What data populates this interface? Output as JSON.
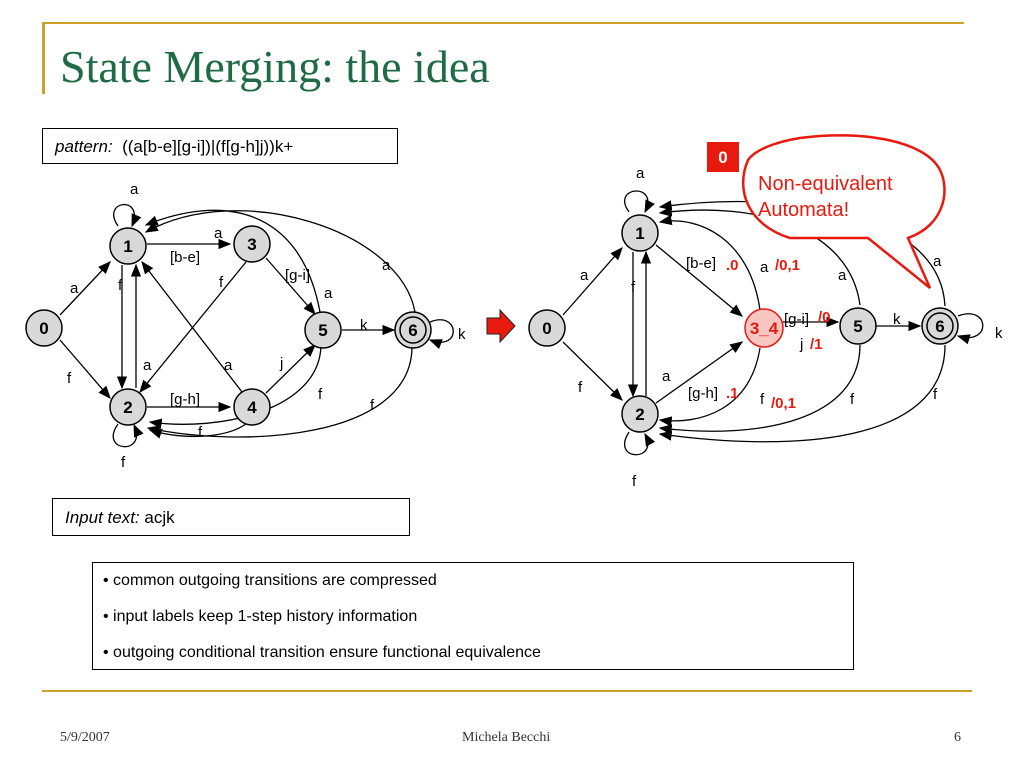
{
  "title": "State Merging: the idea",
  "pattern": {
    "label": "pattern:",
    "value": "((a[b-e][g-i])|(f[g-h]j))k+"
  },
  "input_text": {
    "label": "Input text:",
    "value": "acjk"
  },
  "bullets": [
    "• common outgoing transitions are compressed",
    "• input labels keep 1-step history information",
    "• outgoing conditional transition ensure functional equivalence"
  ],
  "footer": {
    "date": "5/9/2007",
    "author": "Michela Becchi",
    "page": "6"
  },
  "left_diagram": {
    "states": [
      "0",
      "1",
      "2",
      "3",
      "4",
      "5",
      "6"
    ],
    "labels": {
      "a_self1": "a",
      "a_0_1": "a",
      "f_0_2": "f",
      "be": "[b-e]",
      "a_1_3": "a",
      "f_1_2": "f",
      "f_3_2": "f",
      "gi": "[g-i]",
      "a_5": "a",
      "a_6": "a",
      "a_2_1": "a",
      "a_4_1": "a",
      "gh": "[g-h]",
      "j": "j",
      "k": "k",
      "k_self": "k",
      "f_self2": "f",
      "f_4": "f",
      "f_5": "f",
      "f_6": "f"
    }
  },
  "right_diagram": {
    "states": [
      "0",
      "1",
      "2",
      "3_4",
      "5",
      "6"
    ],
    "labels": {
      "a_self1": "a",
      "a_0_1": "a",
      "f_0_2": "f",
      "f_1_2": "f",
      "be": "[b-e]",
      "be_hist": ".0",
      "a_lbl": "a",
      "a_cond": "/0,1",
      "a_5": "a",
      "a_6": "a",
      "gi": "[g-i]",
      "gi_cond": "/0",
      "j": "j",
      "j_cond": "/1",
      "k": "k",
      "k_self": "k",
      "a_2": "a",
      "gh": "[g-h]",
      "gh_hist": ".1",
      "f_lbl": "f",
      "f_cond": "/0,1",
      "f_5": "f",
      "f_6": "f",
      "f_self2": "f"
    },
    "flag": "0",
    "callout": [
      "Non-equivalent",
      "Automata!"
    ]
  },
  "colors": {
    "title": "#1f6b45",
    "accent": "#c9a227",
    "red": "#e8190e",
    "state_fill": "#d9d9d9"
  }
}
